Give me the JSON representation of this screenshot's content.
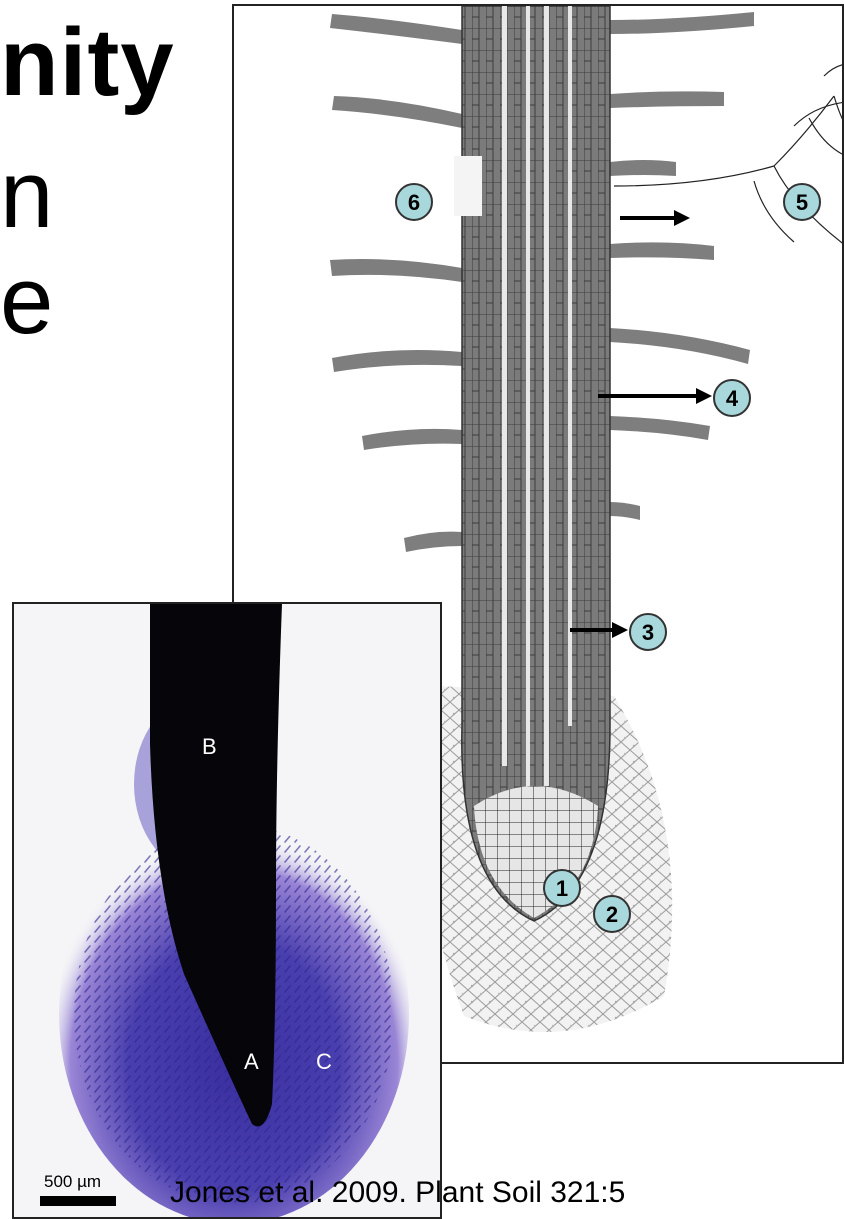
{
  "slide": {
    "title_fragments": [
      "nity",
      "n",
      "e"
    ]
  },
  "diagram": {
    "markers": [
      {
        "label": "1"
      },
      {
        "label": "2"
      },
      {
        "label": "3"
      },
      {
        "label": "4"
      },
      {
        "label": "5"
      },
      {
        "label": "6"
      }
    ],
    "colors": {
      "root_tissue": "#7b7b7b",
      "root_hair": "#7e7e7e",
      "marker_fill": "#a8d8dc",
      "cap_cells": "#c9c9c9"
    }
  },
  "photo": {
    "labels": {
      "a": "A",
      "b": "B",
      "c": "C"
    },
    "scale_bar": "500 µm",
    "colors": {
      "root": "#06050a",
      "stain": "#4a3fae",
      "halo": "#c7b4e6"
    }
  },
  "citation": "Jones et al. 2009. Plant Soil 321:5"
}
